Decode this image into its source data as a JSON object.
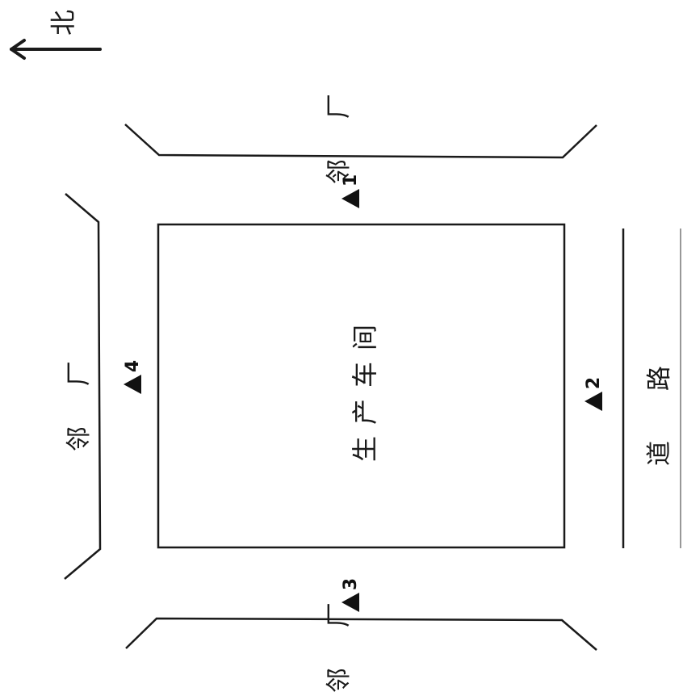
{
  "north_arrow": {
    "label": "北"
  },
  "workshop": {
    "label": "生产车间"
  },
  "neighbors": {
    "top": "邻 厂",
    "left": "邻 厂",
    "bottom": "邻 厂"
  },
  "road": {
    "label": "道 路"
  },
  "monitoring_points": [
    {
      "id": "1"
    },
    {
      "id": "2"
    },
    {
      "id": "3"
    },
    {
      "id": "4"
    }
  ]
}
